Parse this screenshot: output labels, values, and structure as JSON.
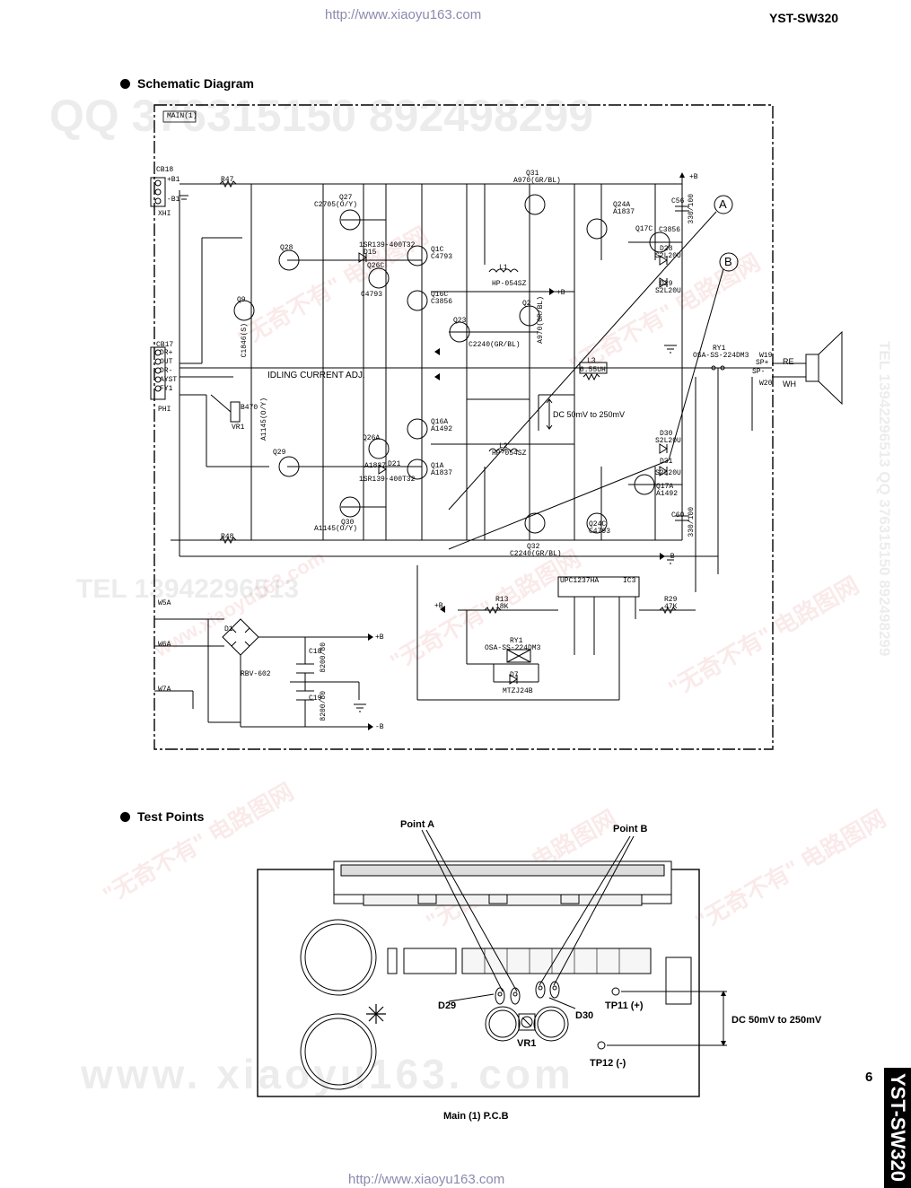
{
  "header": {
    "url_top": "http://www.xiaoyu163.com",
    "model": "YST-SW320"
  },
  "footer": {
    "url_bottom": "http://www.xiaoyu163.com",
    "page_number": "6",
    "side_tab": "YST-SW320"
  },
  "schematic": {
    "title": "Schematic Diagram",
    "board_label": "MAIN(1)",
    "idling_label": "IDLING CURRENT ADJ.",
    "dc_label": "DC 50mV to 250mV",
    "point_a": "A",
    "point_b": "B",
    "connectors": {
      "cb18": "CB18",
      "b1p": "+B1",
      "b1m": "-B1",
      "xhi": "XHI",
      "cb17": "CB17",
      "drp": "DR+",
      "out": "OUT",
      "drm": "DR-",
      "ayst": "AYST",
      "fy1": "FY1",
      "phi": "PHI",
      "w5a": "W5A",
      "w6a": "W6A",
      "w7a": "W7A",
      "w19": "W19",
      "w20": "W20",
      "spp": "SP+",
      "spm": "SP-",
      "re": "RE",
      "wh": "WH"
    },
    "parts": {
      "q27": "Q27",
      "q27t": "C2705(O/Y)",
      "q28": "Q28",
      "q9": "Q9",
      "q9t": "C1846(S)",
      "q29": "Q29",
      "q29t": "A1145(O/Y)",
      "q30": "Q30",
      "q30t": "A1145(O/Y)",
      "q26c": "Q26C",
      "q26ct": "C4793",
      "q26a": "Q26A",
      "q26at": "A1837",
      "q1c": "Q1C",
      "q1ct": "C4793",
      "q16c": "Q16C",
      "q16ct": "C3856",
      "q16a": "Q16A",
      "q16at": "A1492",
      "q1a": "Q1A",
      "q1at": "A1837",
      "q23": "Q23",
      "q23t": "C2240(GR/BL)",
      "q31": "Q31",
      "q31t": "A970(GR/BL)",
      "q2": "Q2",
      "q2t": "A970(GR/BL)",
      "q24a": "Q24A",
      "q24at": "A1837",
      "q17c": "Q17C",
      "q17ct": "C3856",
      "q17a": "Q17A",
      "q17at": "A1492",
      "q24c": "Q24C",
      "q24ct": "C4793",
      "q32": "Q32",
      "q32t": "C2240(GR/BL)",
      "d15": "D15",
      "d15t": "1SR139-400T32",
      "d21": "D21",
      "d21t": "1SR139-400T32",
      "d1": "D1",
      "d1t": "RBV-602",
      "d7": "D7",
      "d7t": "MTZJ24B",
      "d28": "D28",
      "d28t": "S2L20U",
      "d29": "D29",
      "d29t": "S2L20U",
      "d30": "D30",
      "d30t": "S2L20U",
      "d31": "D31",
      "d31t": "S2L20U",
      "l1": "L1",
      "l1t": "HP-054SZ",
      "l2": "L2",
      "l2t": "HP-054SZ",
      "l3": "L3",
      "l3t": "0.55UH",
      "ry1": "RY1",
      "ry1t": "OSA-SS-224DM3",
      "ic3": "IC3",
      "ic3t": "UPC1237HA",
      "vr1": "VR1",
      "vr1t": "B470",
      "r47": "R47",
      "r48": "R48",
      "r13": "R13",
      "r13v": "18K",
      "r29": "R29",
      "r29v": "47K",
      "c18": "C18",
      "c18v": "8200/80",
      "c19": "C19",
      "c19v": "8200/80",
      "c56": "C56",
      "c56v": "330/100",
      "c60": "C60",
      "c60v": "330/100",
      "pb": "+B",
      "mb": "-B"
    }
  },
  "test_points": {
    "title": "Test Points",
    "point_a": "Point A",
    "point_b": "Point B",
    "d29": "D29",
    "d30": "D30",
    "vr1": "VR1",
    "tp11": "TP11 (+)",
    "tp12": "TP12 (-)",
    "dc_range": "DC 50mV to 250mV",
    "pcb_label": "Main (1) P.C.B"
  },
  "watermarks": {
    "qq": "QQ 376315150  892498299",
    "tel": "TEL 13942296513",
    "side_right": "TEL 13942296513  QQ 376315150  892498299",
    "www": "www. xiaoyu163. com",
    "cn1": "\"无奇不有\" 电路图网",
    "cn2": "www.xiaoyu163.com"
  }
}
